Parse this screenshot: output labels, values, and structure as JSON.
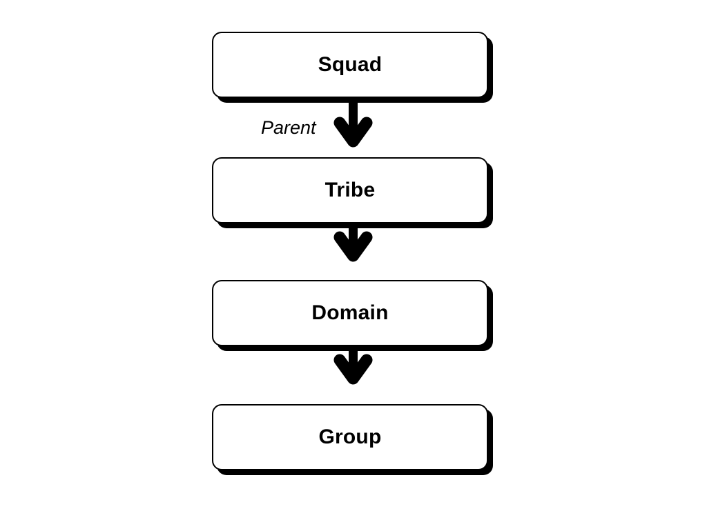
{
  "diagram": {
    "type": "flowchart",
    "orientation": "top-to-bottom",
    "background_color": "#ffffff",
    "stroke_color": "#000000",
    "fill_color": "#ffffff",
    "nodes": [
      {
        "id": "squad",
        "label": "Squad"
      },
      {
        "id": "tribe",
        "label": "Tribe"
      },
      {
        "id": "domain",
        "label": "Domain"
      },
      {
        "id": "group",
        "label": "Group"
      }
    ],
    "edges": [
      {
        "from": "squad",
        "to": "tribe",
        "label": "Parent"
      },
      {
        "from": "tribe",
        "to": "domain",
        "label": ""
      },
      {
        "from": "domain",
        "to": "group",
        "label": ""
      }
    ]
  }
}
